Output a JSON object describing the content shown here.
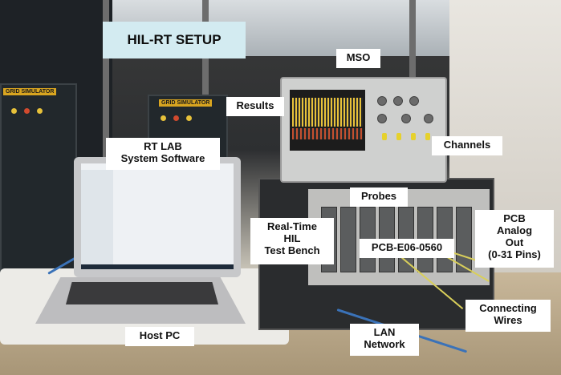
{
  "title": "HIL-RT SETUP",
  "labels": {
    "mso": "MSO",
    "results": "Results",
    "channels": "Channels",
    "rtlab": "RT LAB\nSystem Software",
    "probes": "Probes",
    "realtime": "Real-Time\nHIL\nTest Bench",
    "pcb_model": "PCB-E06-0560",
    "pcb_out": "PCB\nAnalog\nOut\n(0-31 Pins)",
    "connecting": "Connecting\nWires",
    "lan": "LAN\nNetwork",
    "hostpc": "Host PC"
  },
  "scene_text": {
    "cabinet1": "GRID SIMULATOR",
    "cabinet2": "GRID SIMULATOR"
  },
  "colors": {
    "title_bg": "#d3ebf1",
    "label_bg": "#ffffff",
    "wave_yellow": "#e8c23a",
    "lan_cable": "#3a72b8"
  }
}
